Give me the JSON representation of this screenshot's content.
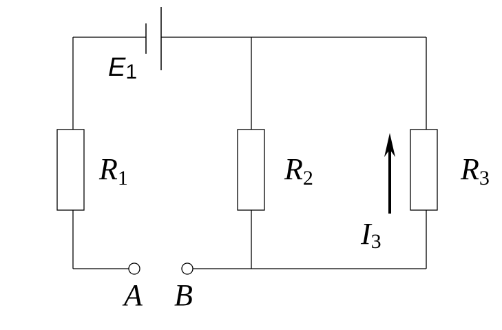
{
  "labels": {
    "emf": {
      "main": "E",
      "sub": "1"
    },
    "r1": {
      "main": "R",
      "sub": "1"
    },
    "r2": {
      "main": "R",
      "sub": "2"
    },
    "r3": {
      "main": "R",
      "sub": "3"
    },
    "current": {
      "main": "I",
      "sub": "3"
    },
    "terminal_a": "A",
    "terminal_b": "B"
  }
}
